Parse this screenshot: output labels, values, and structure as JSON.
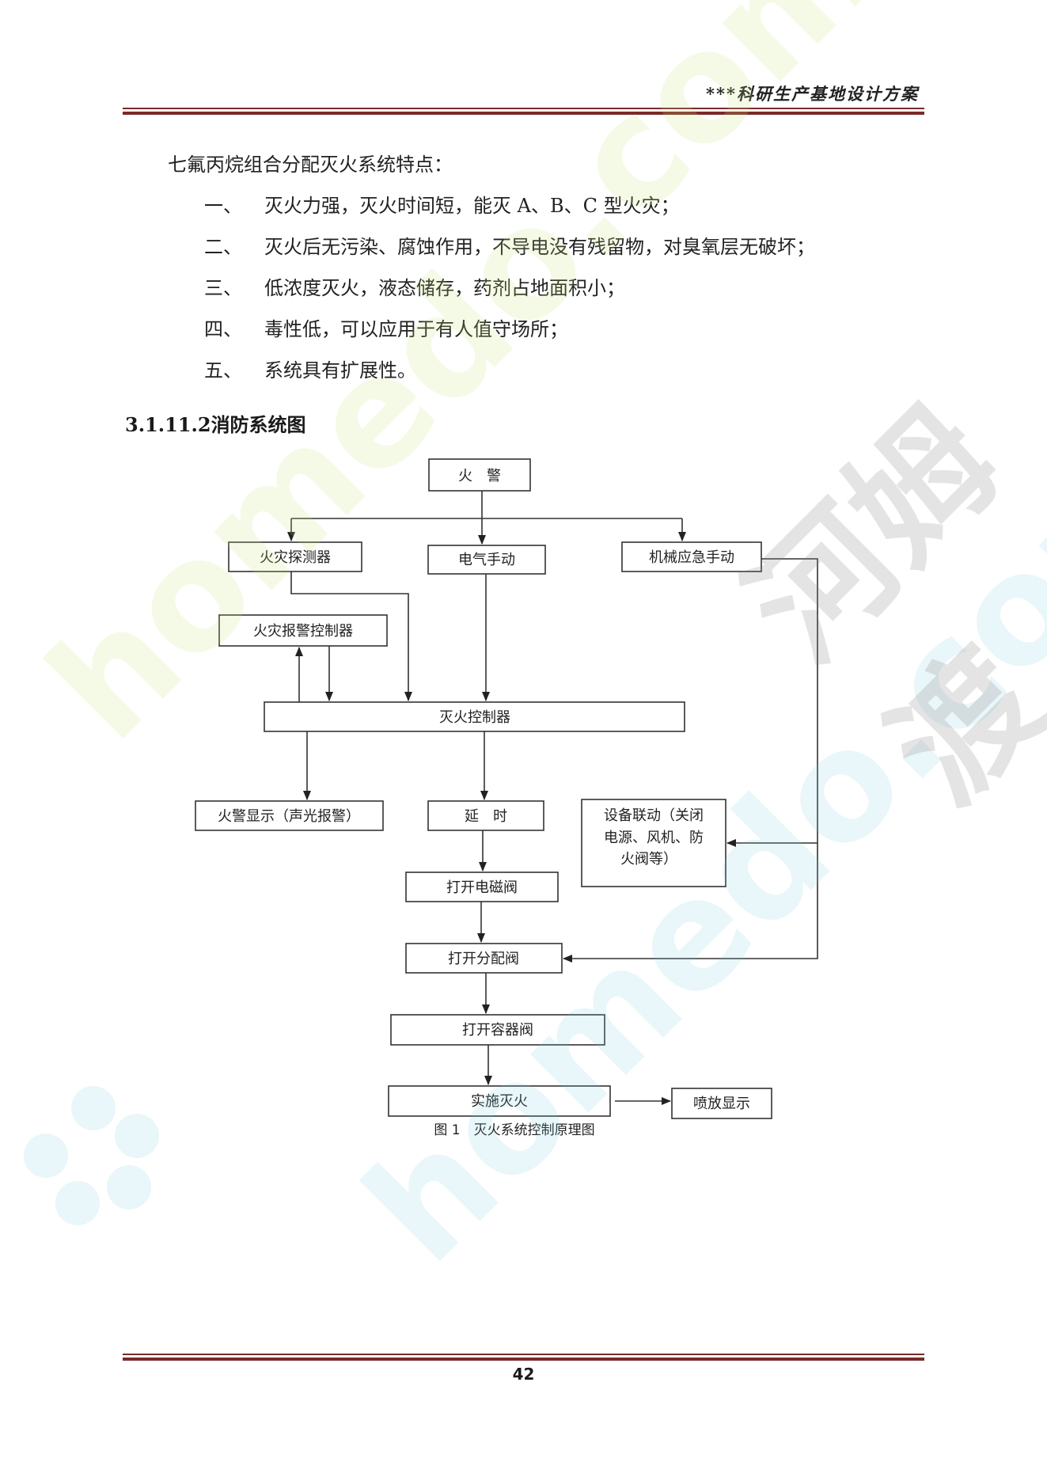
{
  "header": {
    "title": "***科研生产基地设计方案"
  },
  "intro": "七氟丙烷组合分配灭火系统特点：",
  "features": [
    {
      "num": "一、",
      "text": "灭火力强，灭火时间短，能灭 A、B、C 型火灾；"
    },
    {
      "num": "二、",
      "text": "灭火后无污染、腐蚀作用，不导电没有残留物，对臭氧层无破坏；"
    },
    {
      "num": "三、",
      "text": "低浓度灭火，液态储存，药剂占地面积小；"
    },
    {
      "num": "四、",
      "text": "毒性低，可以应用于有人值守场所；"
    },
    {
      "num": "五、",
      "text": "系统具有扩展性。"
    }
  ],
  "section": {
    "title": "3.1.11.2消防系统图"
  },
  "diagram": {
    "nodes": {
      "fire_alarm": "火　警",
      "detector": "火灾探测器",
      "electric_manual": "电气手动",
      "mechanical_manual": "机械应急手动",
      "alarm_controller": "火灾报警控制器",
      "extinguish_controller": "灭火控制器",
      "alarm_display": "火警显示（声光报警）",
      "delay": "延　时",
      "linkage_line1": "设备联动（关闭",
      "linkage_line2": "电源、风机、防",
      "linkage_line3": "火阀等）",
      "solenoid": "打开电磁阀",
      "distribution": "打开分配阀",
      "container": "打开容器阀",
      "implement": "实施灭火",
      "spray_display": "喷放显示"
    },
    "caption": "图 1　灭火系统控制原理图"
  },
  "footer": {
    "page_number": "42"
  },
  "watermark": {
    "brand_cn": "河姆渡",
    "brand_url": "homedo.com"
  },
  "colors": {
    "rule": "#7a2a2a",
    "text": "#222222",
    "line": "#333333"
  }
}
